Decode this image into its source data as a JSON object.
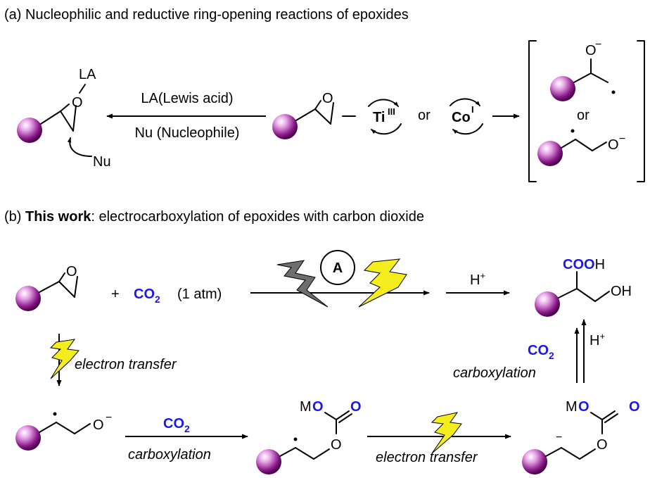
{
  "panel_a": {
    "heading": "(a) Nucleophilic and reductive ring-opening reactions of epoxides",
    "lewis_acid_label": "LA",
    "reagent_top": "LA(Lewis acid)",
    "reagent_bottom": "Nu (Nucleophile)",
    "nucleophile_label": "Nu",
    "epoxide_oxygen": "O",
    "ti_catalyst": "Ti",
    "ti_superscript": "III",
    "or_text": "or",
    "co_catalyst": "Co",
    "co_superscript": "I",
    "product_oxygen": "O",
    "charge_minus": "−",
    "or_between_products": "or"
  },
  "panel_b": {
    "heading_prefix": "(b) ",
    "heading_bold": "This work",
    "heading_rest": ": electrocarboxylation of epoxides with carbon dioxide",
    "plus": "+",
    "co2_main": "CO",
    "co2_sub": "2",
    "atm": "(1 atm)",
    "catalyst_label": "A",
    "acid": "H",
    "acid_sup": "+",
    "cooh_blue": "COO",
    "cooh_h": "H",
    "oh": "OH",
    "electron_transfer": "electron transfer",
    "carboxylation": "carboxylation",
    "metal": "M",
    "oxygen": "O",
    "minus": "−",
    "oxygen_charge": "O"
  },
  "colors": {
    "blue": "#1a1ae6",
    "bolt_yellow": "#f5ee1e",
    "bolt_gray": "#6e6e6e",
    "ball_purple": "#8a1a8a"
  }
}
